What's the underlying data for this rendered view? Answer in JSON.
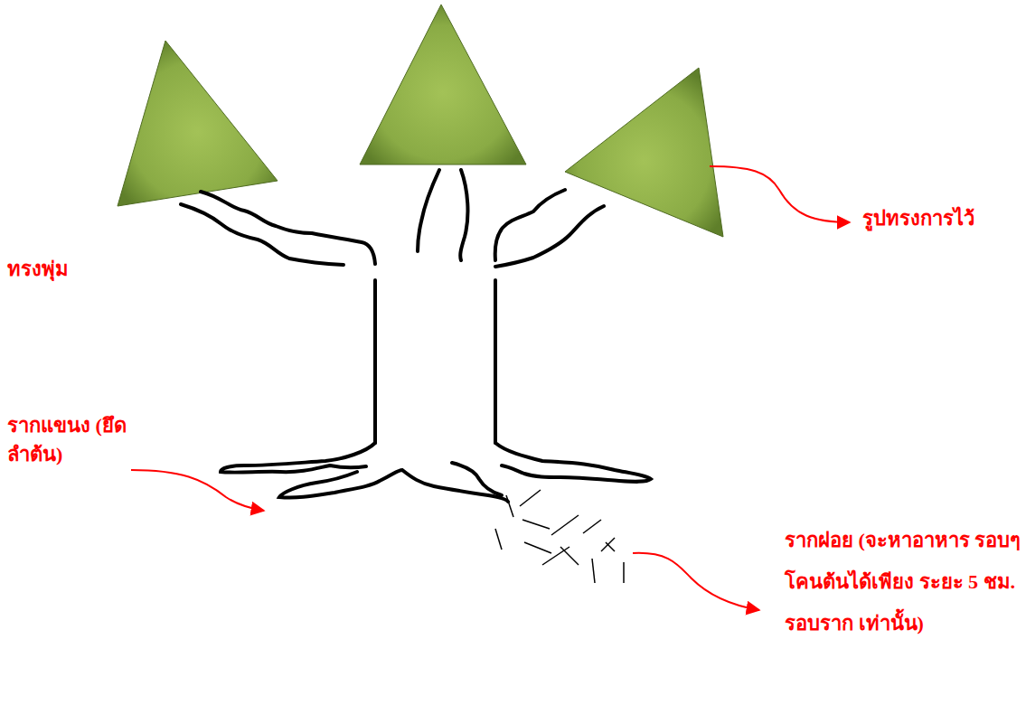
{
  "diagram": {
    "labels": [
      "ทรงพุ่ม",
      "รูปทรงการไว้",
      "รากแขนง (ยึดลำต้น)",
      "รากฝอย (จะหาอาหาร รอบๆโคนต้นได้เพียง ระยะ 5 ชม. รอบราก เท่านั้น)"
    ]
  }
}
